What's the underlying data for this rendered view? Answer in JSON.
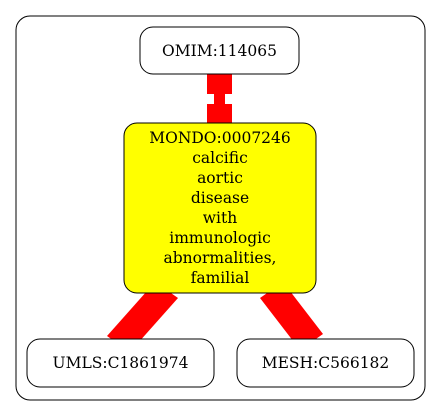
{
  "nodes": {
    "omim": {
      "label": "OMIM:114065"
    },
    "mondo": {
      "lines": [
        "MONDO:0007246",
        "calcific",
        "aortic",
        "disease",
        "with",
        "immunologic",
        "abnormalities,",
        "familial"
      ]
    },
    "umls": {
      "label": "UMLS:C1861974"
    },
    "mesh": {
      "label": "MESH:C566182"
    }
  },
  "colors": {
    "edge": "#ff0000",
    "highlight_node": "#ffff00",
    "node_fill": "#ffffff",
    "stroke": "#000000"
  }
}
